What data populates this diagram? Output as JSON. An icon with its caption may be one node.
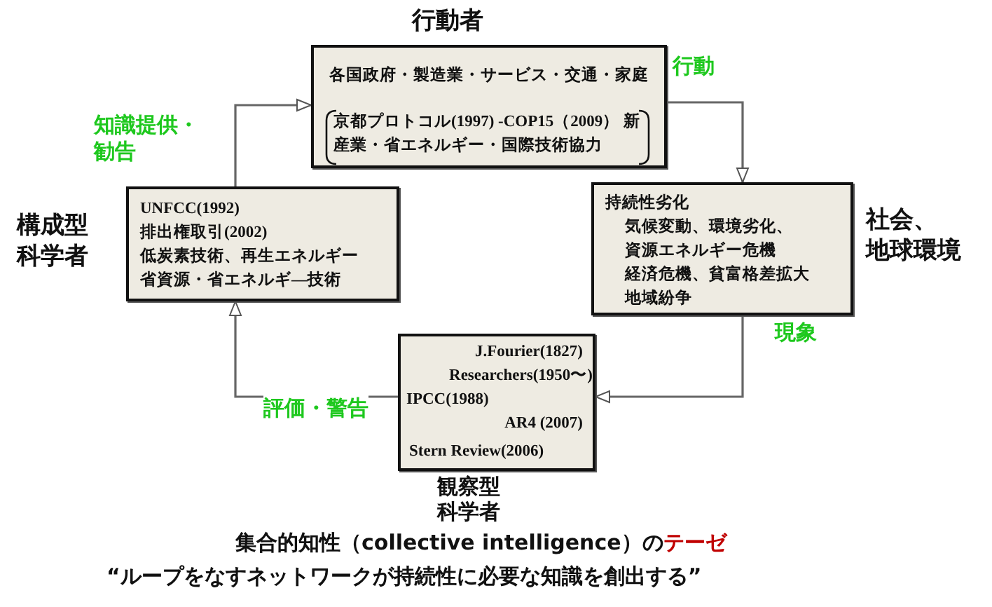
{
  "diagram": {
    "nodes": [
      {
        "text": [
          "行動者",
          "各国政府・製造業・サービス・交通・家庭",
          "京都プロトコル(1997) -COP15（2009） 新産業・省エネルギー・国際技術協力"
        ]
      },
      {
        "text": [
          "持続性劣化",
          "気候変動、環境劣化、",
          "資源エネルギー危機",
          "経済危機、貧富格差拡大",
          "地域紛争"
        ],
        "beside": [
          "社会、地球環境"
        ]
      },
      {
        "text": [
          "J.Fourier(1827)",
          "Researchers(1950〜)",
          "IPCC(1988)",
          "AR4 (2007)",
          "Stern Review(2006)"
        ],
        "beside": [
          "観察型科学者"
        ]
      },
      {
        "text": [
          "UNFCC(1992)",
          "排出権取引(2002)",
          "低炭素技術、再生エネルギー",
          "省資源・省エネルギ—技術"
        ],
        "beside": [
          "構成型科学者"
        ]
      }
    ],
    "edges": [
      {
        "from": 0,
        "to": 1,
        "arrow": "to",
        "label": "行動"
      },
      {
        "from": 1,
        "to": 2,
        "arrow": "to",
        "label": "現象"
      },
      {
        "from": 2,
        "to": 3,
        "arrow": "to",
        "label": "評価・警告"
      },
      {
        "from": 3,
        "to": 0,
        "arrow": "to",
        "label": "知識提供・勧告"
      }
    ],
    "labels": [
      "集合的知性（collective intelligence）の",
      "テーゼ",
      "“ループをなすネットワークが持続性に必要な知識を創出する”"
    ]
  }
}
